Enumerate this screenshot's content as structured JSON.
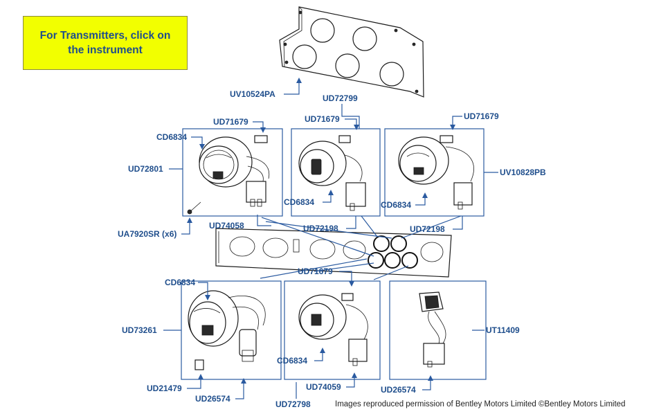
{
  "callout": {
    "text": "For Transmitters, click on the instrument",
    "background": "#f2ff00",
    "text_color": "#1f4e8c"
  },
  "credit": "Images reproduced permission of Bentley Motors Limited ©Bentley Motors Limited",
  "label_color": "#1f4e8c",
  "parts": {
    "mounting_plate": "UV10524PA",
    "panel_bulb_top": "UD72799",
    "bulb_left_top": "UD71679",
    "bulb_mid_top": "UD71679",
    "bulb_right_top": "UD71679",
    "gauge_left_top": "UD72801",
    "gauge_right_top": "UV10828PB",
    "clip_left_top": "CD6834",
    "clip_mid_top": "CD6834",
    "clip_right_top": "CD6834",
    "screw": "UA7920SR (x6)",
    "harness_left_top": "UD74058",
    "harness_mid_top": "UD72198",
    "harness_right_top": "UD72198",
    "clip_left_bottom": "CD6834",
    "bulb_bottom": "UD71679",
    "gauge_left_bottom": "UD73261",
    "transmitter": "UT11409",
    "clip_mid_bottom": "CD6834",
    "bulb_holder_bottom": "UD21479",
    "harness_left_bottom": "UD26574",
    "harness_mid_bottom": "UD74059",
    "harness_right_bottom": "UD26574",
    "gauge_mid_bottom": "UD72798"
  }
}
